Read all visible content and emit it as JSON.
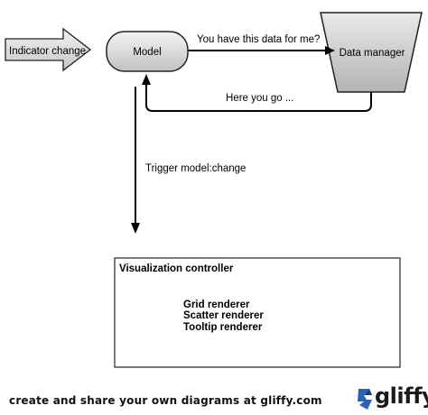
{
  "nodes": {
    "indicator": "Indicator change",
    "model": "Model",
    "data_manager": "Data manager",
    "controller": {
      "title": "Visualization controller",
      "items": [
        "Grid renderer",
        "Scatter renderer",
        "Tooltip renderer"
      ]
    }
  },
  "edges": {
    "request": "You have this data for me?",
    "response": "Here you go ...",
    "trigger": "Trigger model:change"
  },
  "footer": {
    "tagline": "create and share your own diagrams at gliffy.com",
    "brand": "gliffy"
  }
}
